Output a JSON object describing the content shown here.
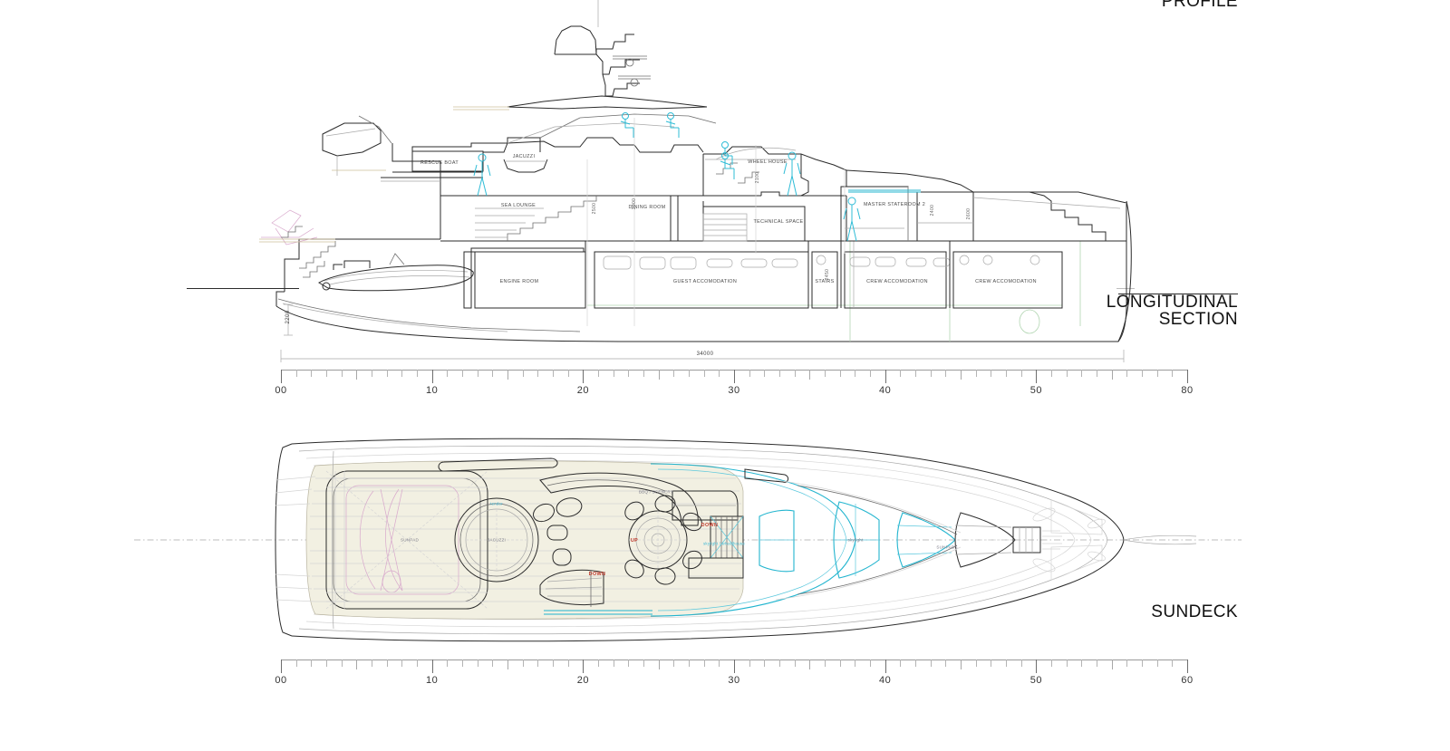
{
  "drawing": {
    "type": "yacht-general-arrangement",
    "views": [
      {
        "id": "profile",
        "title": "PROFILE"
      },
      {
        "id": "longitudinal-section",
        "title": "LONGITUDINAL\nSECTION"
      },
      {
        "id": "sundeck",
        "title": "SUNDECK"
      }
    ]
  },
  "section": {
    "overall_length_dim": "34000",
    "depth_dim": "2200",
    "compartments": [
      {
        "name": "rescue-boat",
        "label": "RESCUE BOAT"
      },
      {
        "name": "jacuzzi",
        "label": "JACUZZI"
      },
      {
        "name": "sea-lounge",
        "label": "SEA LOUNGE"
      },
      {
        "name": "dining-room",
        "label": "DINING ROOM"
      },
      {
        "name": "wheel-house",
        "label": "WHEEL HOUSE"
      },
      {
        "name": "technical-space",
        "label": "TECHNICAL SPACE"
      },
      {
        "name": "master-stateroom-2",
        "label": "MASTER STATEROOM 2"
      },
      {
        "name": "engine-room",
        "label": "ENGINE ROOM"
      },
      {
        "name": "guest-accomodation",
        "label": "GUEST ACCOMODATION"
      },
      {
        "name": "stairs",
        "label": "STAIRS"
      },
      {
        "name": "crew-accomodation-1",
        "label": "CREW ACCOMODATION"
      },
      {
        "name": "crew-accomodation-2",
        "label": "CREW ACCOMODATION"
      }
    ],
    "minor_dims": [
      "2500",
      "3000",
      "2100",
      "2400",
      "2600",
      "2450"
    ]
  },
  "sundeck": {
    "labels": [
      {
        "name": "sunpad-aft",
        "label": "SUNPAD"
      },
      {
        "name": "jacuzzi",
        "label": "JACUZZI"
      },
      {
        "name": "bbq-scenery",
        "label": "BBQ / SCENERY"
      },
      {
        "name": "skylight-wheelhouse",
        "label": "skylight / wheelhouse"
      },
      {
        "name": "skylight",
        "label": "skylight"
      },
      {
        "name": "sunpads-fwd",
        "label": "SUNPADS"
      },
      {
        "name": "tender-outline",
        "label": "tender"
      }
    ],
    "circulation": [
      {
        "name": "stair-down-aft",
        "label": "DOWN"
      },
      {
        "name": "stair-down-mid",
        "label": "DOWN"
      },
      {
        "name": "stair-up",
        "label": "UP"
      }
    ]
  },
  "rulers": {
    "section_scale": {
      "name": "section-scale-ruler",
      "ticks": [
        "00",
        "10",
        "20",
        "30",
        "40",
        "50",
        "80"
      ]
    },
    "sundeck_scale": {
      "name": "sundeck-scale-ruler",
      "ticks": [
        "00",
        "10",
        "20",
        "30",
        "40",
        "50",
        "60"
      ]
    }
  },
  "colors": {
    "line": "#2b2b2b",
    "accent_cyan": "#23b5cf",
    "deck_fill": "#f2f0e2",
    "callout_red": "#c0392b",
    "green_line": "#b2d6b2"
  }
}
